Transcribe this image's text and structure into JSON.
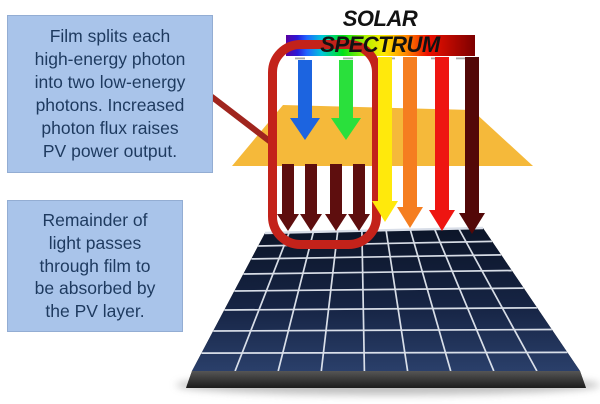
{
  "title": "SOLAR SPECTRUM",
  "annotations": {
    "film_box": "Film splits each\nhigh-energy photon\ninto two low-energy\nphotons. Increased\nphoton flux raises\nPV power output.",
    "remainder_box": "Remainder of\nlight passes\nthrough film to\nbe absorbed by\nthe PV layer."
  },
  "diagram": {
    "spectrum_bar": {
      "stops": [
        "#5a00a0",
        "#2a18d8",
        "#1f64ff",
        "#00c8d8",
        "#00e018",
        "#baf000",
        "#ffe800",
        "#ff8c00",
        "#ee1000",
        "#7c0000"
      ],
      "tick_mark_count": 5
    },
    "incoming_arrows": [
      {
        "name": "blue-photon-arrow",
        "color": "#1c64e0"
      },
      {
        "name": "green-photon-arrow",
        "color": "#2ae03c"
      },
      {
        "name": "yellow-photon-arrow",
        "color": "#ffe90c"
      },
      {
        "name": "orange-photon-arrow",
        "color": "#f57e20"
      },
      {
        "name": "red-photon-arrow",
        "color": "#ee1511"
      },
      {
        "name": "deep-red-photon-arrow",
        "color": "#530808"
      }
    ],
    "split_photon_arrows": {
      "count": 4,
      "color": "#5e0e0e"
    },
    "film_color": "#f5b93a",
    "highlight_rect_color": "#c3221a",
    "callout_line_color": "#a0251e",
    "note_box": {
      "background": "#a9c4ea",
      "border": "#93add3",
      "text_color": "#1e3a5f"
    },
    "pv_panel": {
      "columns": 9,
      "rows": 8,
      "cell_color_top": "#0c1528",
      "cell_color_bottom": "#2a3f6a",
      "grid_color": "#e9eef6",
      "frame_color": "#2e2e2e"
    }
  }
}
